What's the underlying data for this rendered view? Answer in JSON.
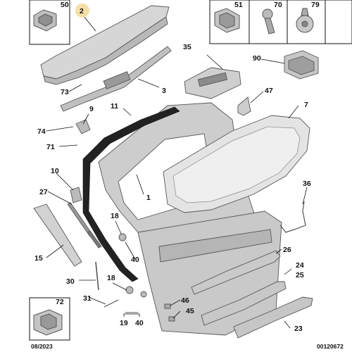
{
  "diagram": {
    "callouts": {
      "c50": "50",
      "c2": "2",
      "c51": "51",
      "c70": "70",
      "c79": "79",
      "c35": "35",
      "c90": "90",
      "c73": "73",
      "c3": "3",
      "c47": "47",
      "c9": "9",
      "c11": "11",
      "c7": "7",
      "c74": "74",
      "c71": "71",
      "c1": "1",
      "c10": "10",
      "c27": "27",
      "c36": "36",
      "c18a": "18",
      "c15": "15",
      "c40a": "40",
      "c26": "26",
      "c30": "30",
      "c18b": "18",
      "c24": "24",
      "c25": "25",
      "c31": "31",
      "c72": "72",
      "c46": "46",
      "c45": "45",
      "c19": "19",
      "c40b": "40",
      "c23": "23"
    },
    "footer": {
      "date": "08/2023",
      "ref": "00120672"
    }
  },
  "colors": {
    "highlight": "#f5dfa6",
    "part_fill": "#d4d4d4",
    "glass_fill": "#e6e6e6",
    "line": "#111111"
  }
}
